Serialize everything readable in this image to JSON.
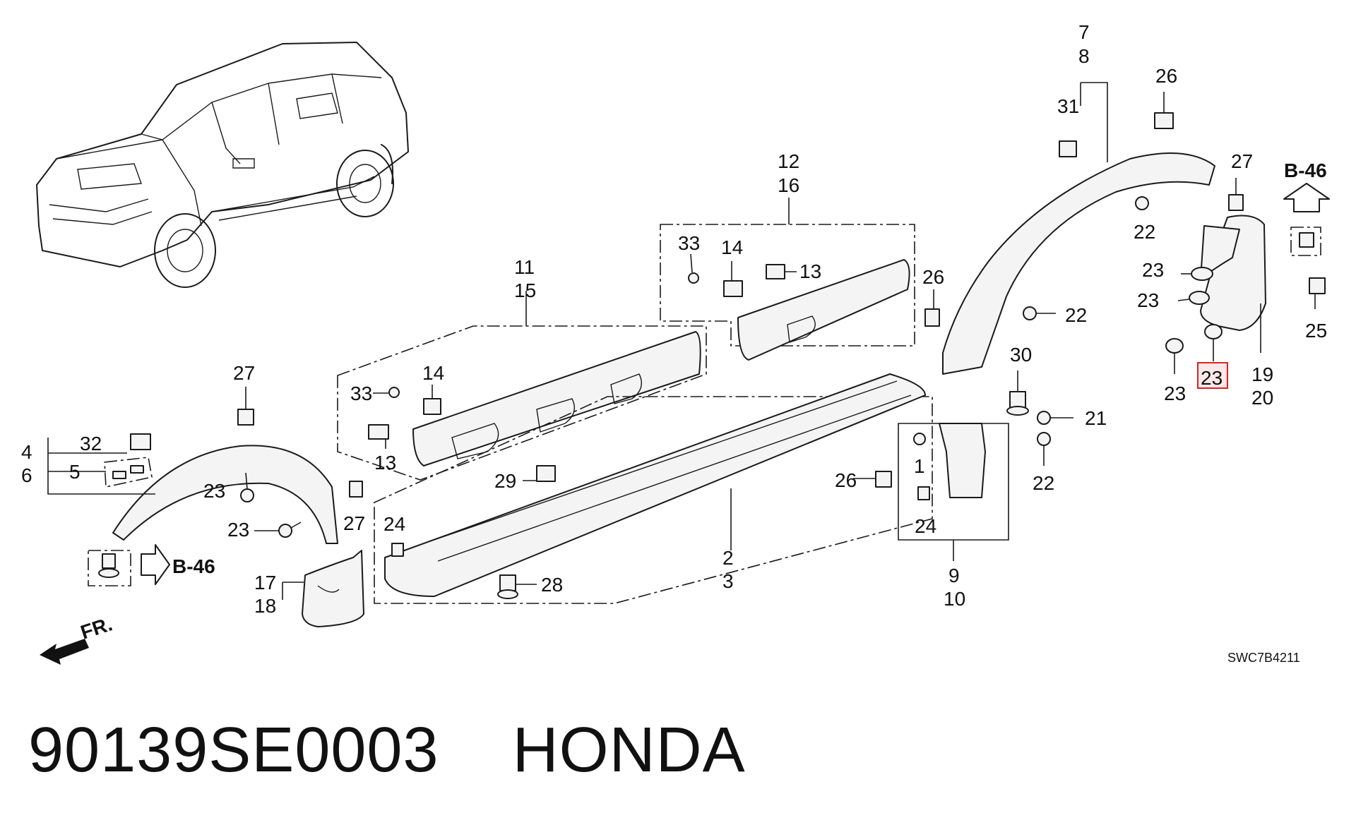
{
  "diagram_code": "SWC7B4211",
  "footer": {
    "part_number": "90139SE0003",
    "brand": "HONDA"
  },
  "ref_arrows": {
    "front": "B-46",
    "rear": "B-46",
    "direction": "FR."
  },
  "highlighted_callout": "23",
  "colors": {
    "highlight_border": "#e02020",
    "line": "#1a1a1a"
  },
  "callouts": {
    "c1": "1",
    "c2": "2",
    "c3": "3",
    "c4": "4",
    "c5": "5",
    "c6": "6",
    "c7": "7",
    "c8": "8",
    "c9": "9",
    "c10": "10",
    "c11": "11",
    "c12": "12",
    "c13a": "13",
    "c13b": "13",
    "c14a": "14",
    "c14b": "14",
    "c15": "15",
    "c16": "16",
    "c17": "17",
    "c18": "18",
    "c19": "19",
    "c20": "20",
    "c21": "21",
    "c22a": "22",
    "c22b": "22",
    "c22c": "22",
    "c23a": "23",
    "c23b": "23",
    "c23c": "23",
    "c23d": "23",
    "c23e": "23",
    "c23f": "23",
    "c24a": "24",
    "c24b": "24",
    "c25": "25",
    "c26a": "26",
    "c26b": "26",
    "c26c": "26",
    "c27a": "27",
    "c27b": "27",
    "c27c": "27",
    "c28": "28",
    "c29": "29",
    "c30": "30",
    "c31": "31",
    "c32": "32",
    "c33a": "33",
    "c33b": "33"
  }
}
